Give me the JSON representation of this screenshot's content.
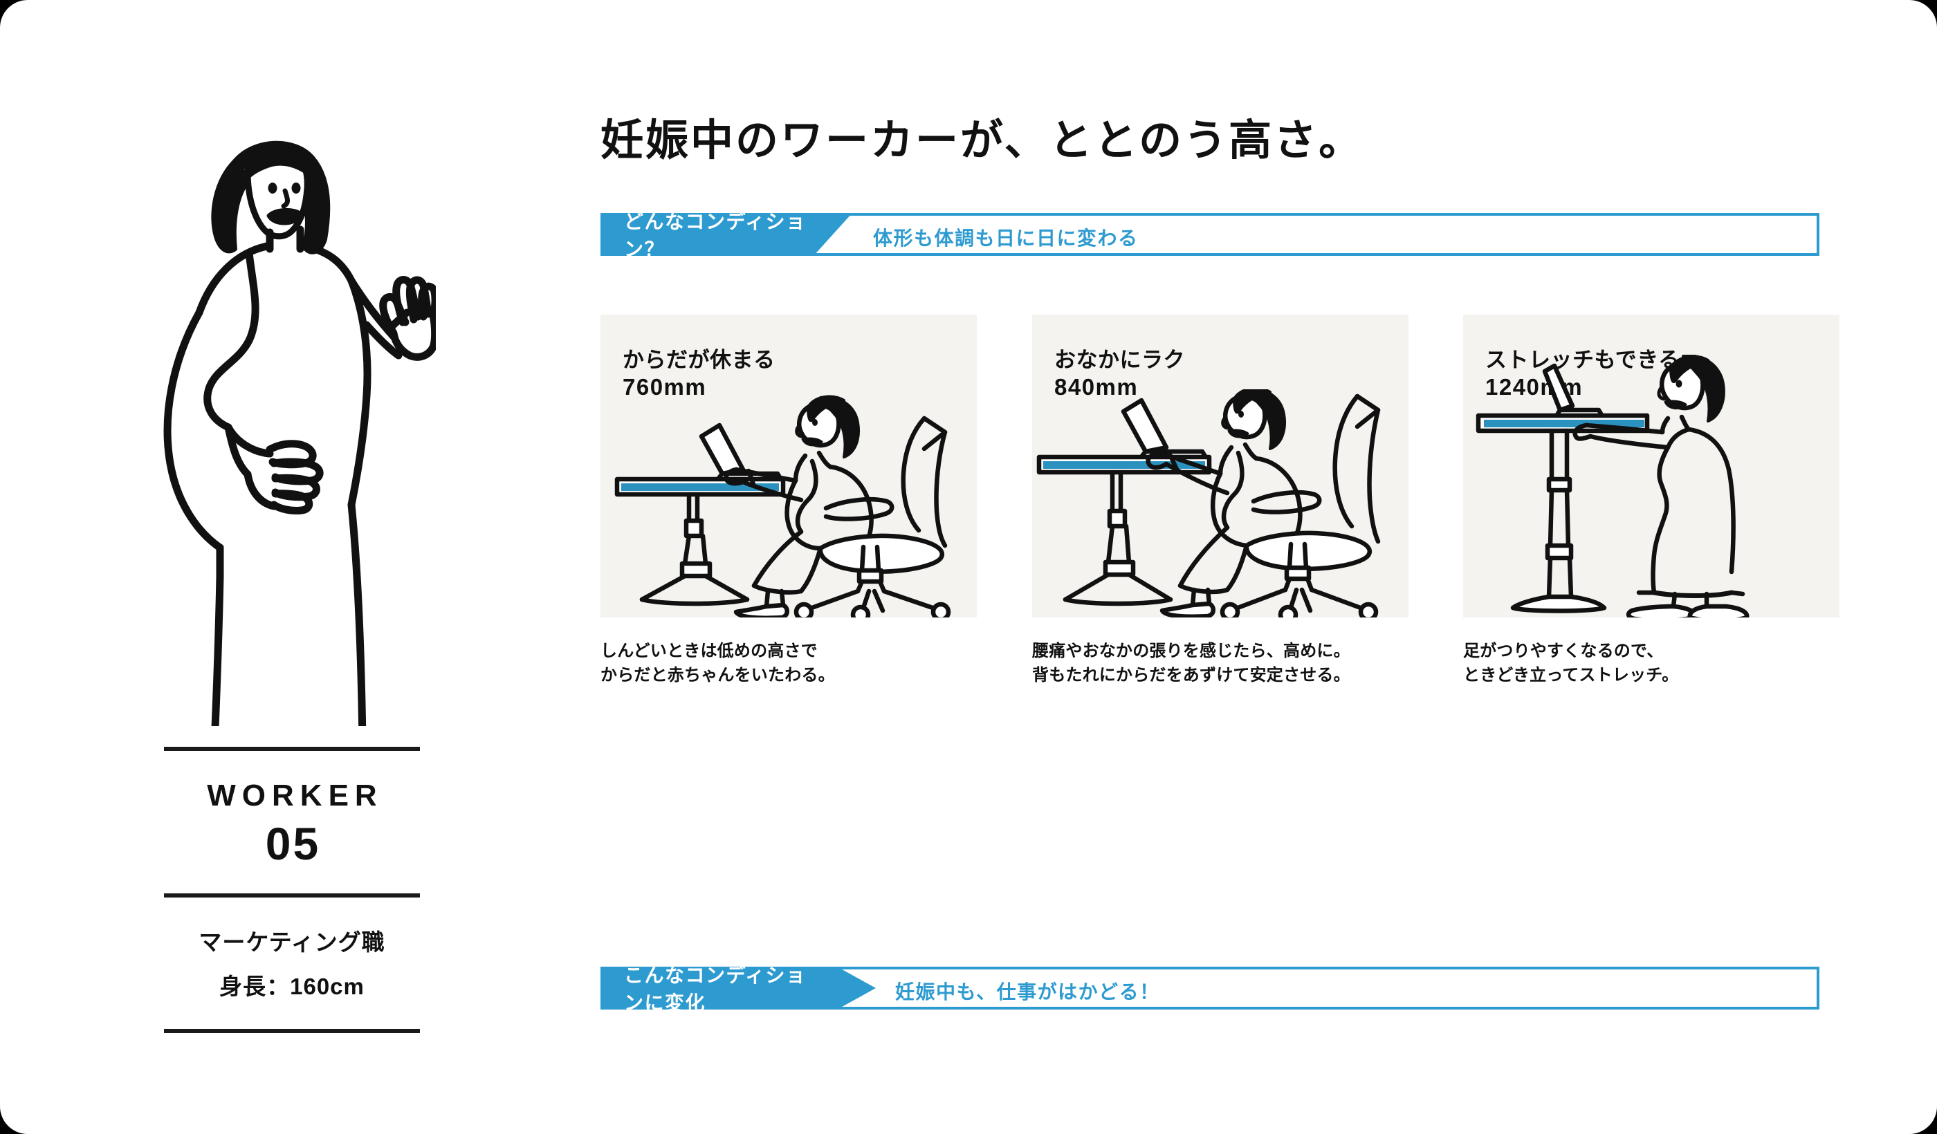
{
  "colors": {
    "brand_blue": "#2e9bd0",
    "desk_blue": "#2b92c0",
    "card_bg": "#f4f3ef",
    "ink": "#111111",
    "page_bg": "#ffffff",
    "outer_bg": "#000000"
  },
  "persona": {
    "illustration_name": "pregnant-worker-waving-illustration",
    "worker_label": "WORKER",
    "worker_number": "05",
    "role": "マーケティング職",
    "height": "身長：160cm"
  },
  "headline": "妊娠中のワーカーが、ととのう高さ。",
  "banners": {
    "top": {
      "tag": "どんなコンディション？",
      "text": "体形も体調も日に日に変わる"
    },
    "bottom": {
      "tag": "こんなコンディションに変化",
      "text": "妊娠中も、仕事がはかどる！"
    }
  },
  "cards": [
    {
      "title": "からだが休まる",
      "height": "760mm",
      "figure_name": "seated-low-desk-illustration",
      "caption": "しんどいときは低めの高さで\nからだと赤ちゃんをいたわる。"
    },
    {
      "title": "おなかにラク",
      "height": "840mm",
      "figure_name": "seated-high-desk-illustration",
      "caption": "腰痛やおなかの張りを感じたら、高めに。\n背もたれにからだをあずけて安定させる。"
    },
    {
      "title": "ストレッチもできる",
      "height": "1240mm",
      "figure_name": "standing-desk-illustration",
      "caption": "足がつりやすくなるので、\nときどき立ってストレッチ。"
    }
  ]
}
